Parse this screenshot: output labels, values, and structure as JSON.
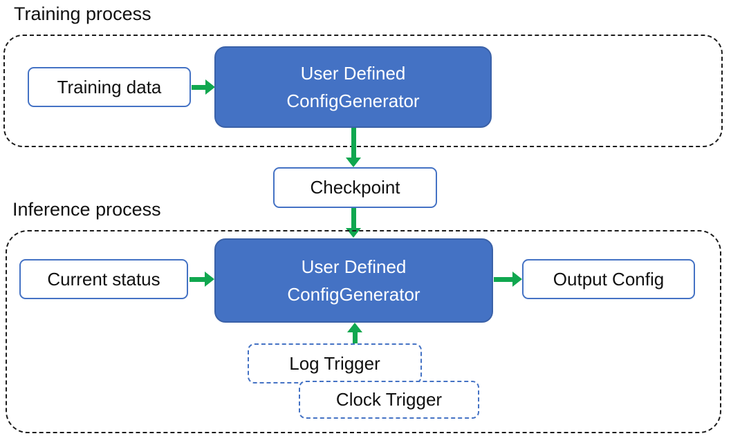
{
  "colors": {
    "generator_fill": "#4472c4",
    "generator_border": "#3a61a8",
    "box_border_blue": "#4472c4",
    "arrow_green": "#10a74f",
    "dashed_border_black": "#1a1a1a",
    "text_dark": "#111111",
    "text_on_blue": "#ffffff"
  },
  "training": {
    "label": "Training process",
    "input_box": "Training data",
    "generator": {
      "line1": "User Defined",
      "line2": "ConfigGenerator"
    }
  },
  "checkpoint": {
    "label": "Checkpoint"
  },
  "inference": {
    "label": "Inference process",
    "input_box": "Current status",
    "generator": {
      "line1": "User Defined",
      "line2": "ConfigGenerator"
    },
    "output_box": "Output Config",
    "triggers": {
      "log": "Log Trigger",
      "clock": "Clock Trigger"
    }
  }
}
